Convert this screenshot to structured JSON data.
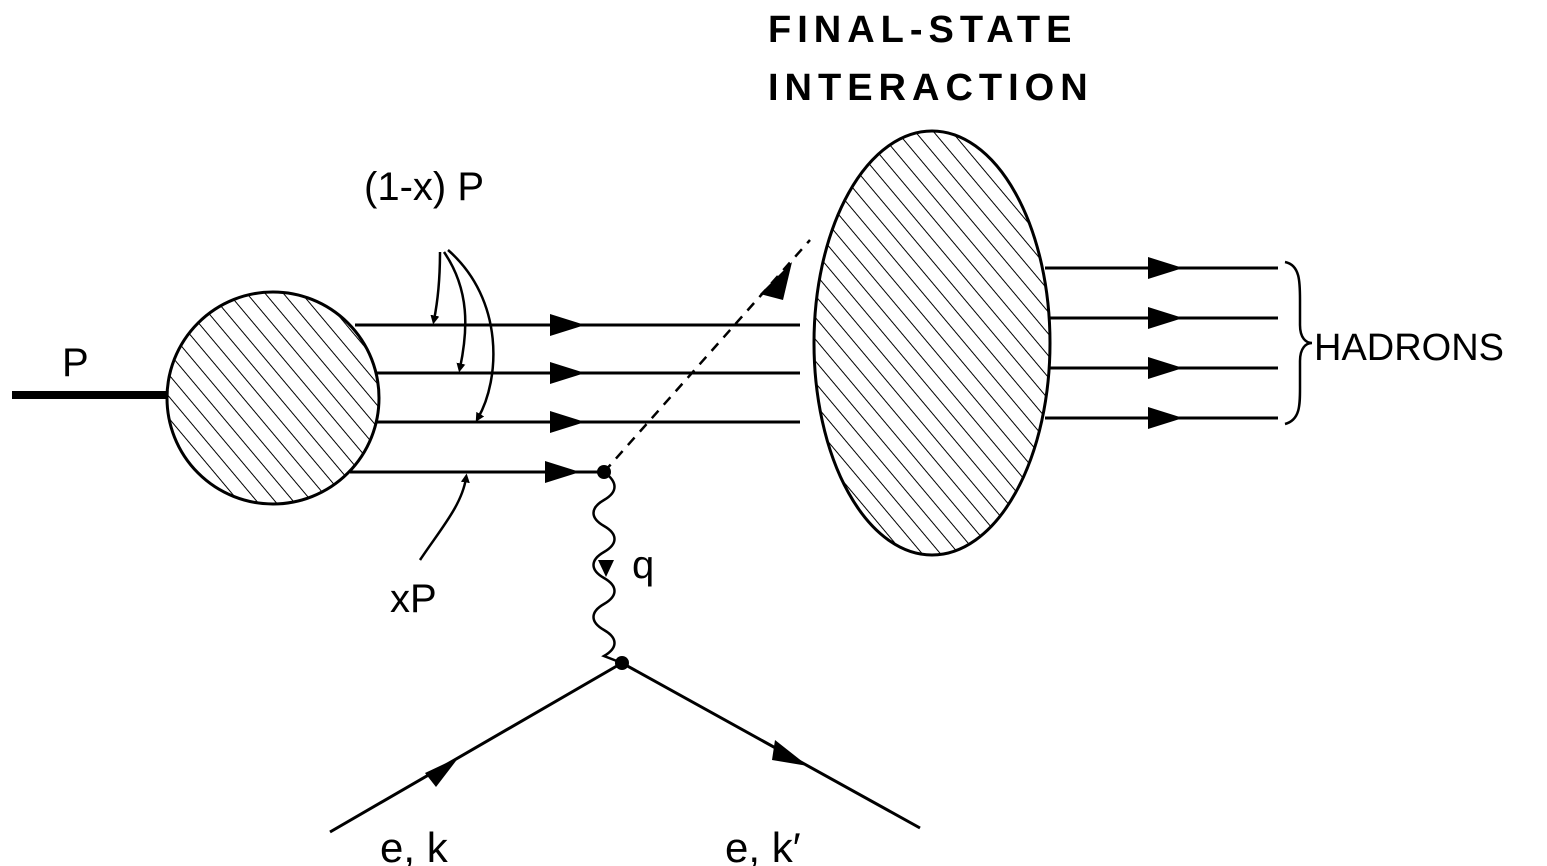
{
  "labels": {
    "title_line1": "FINAL-STATE",
    "title_line2": "INTERACTION",
    "proton": "P",
    "spectator_momentum": "(1-x) P",
    "struck_momentum": "xP",
    "photon": "q",
    "hadrons": "HADRONS",
    "electron_in": "e, k",
    "electron_out": "e, k′"
  }
}
